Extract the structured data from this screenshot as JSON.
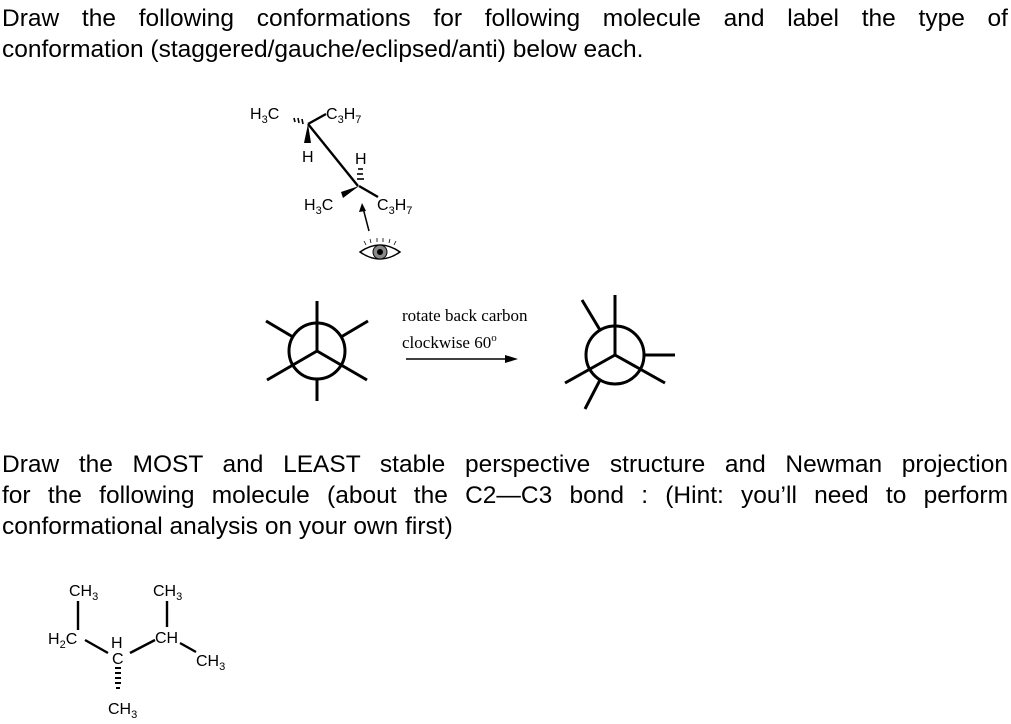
{
  "question1": {
    "line1": "Draw the following conformations for following molecule and label the type of",
    "line2": "conformation (staggered/gauche/eclipsed/anti) below each."
  },
  "perspective_structure": {
    "front_carbon": {
      "left": "H3C",
      "right": "C3H7",
      "down": "H"
    },
    "back_carbon": {
      "up": "H",
      "left": "H3C",
      "right": "C3H7"
    },
    "viewer_icon": "eye-icon"
  },
  "newman_transition": {
    "caption_line1": "rotate back carbon",
    "caption_line2": "clockwise 60",
    "degree_symbol": "o"
  },
  "question2": {
    "line1": "Draw the MOST and LEAST stable perspective structure and Newman projection",
    "line2": "for the following molecule (about the C2—C3 bond : (Hint: you’ll need to perform",
    "line3": "conformational analysis on your own first)"
  },
  "molecule2": {
    "ch3_top_left": "CH3",
    "ch3_top_right": "CH3",
    "h2c": "H2C",
    "h_center": "H",
    "c_center": "C",
    "ch": "CH",
    "ch3_right": "CH3",
    "ch3_bottom": "CH3"
  }
}
